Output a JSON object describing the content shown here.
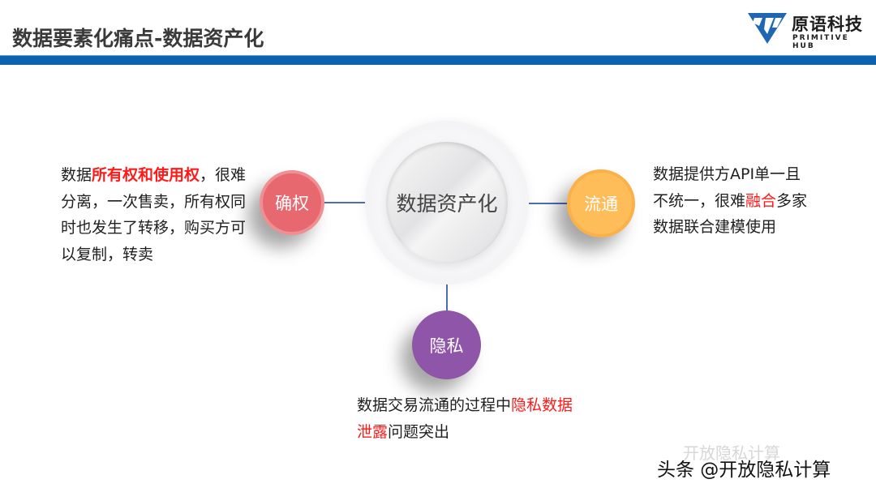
{
  "header": {
    "title": "数据要素化痛点-数据资产化",
    "accent_bar_color": "#0d62b0"
  },
  "logo": {
    "icon": "primitive-hub-logo-icon",
    "name_cn": "原语科技",
    "name_en": "PRIMITIVE HUB"
  },
  "hub": {
    "label": "数据资产化"
  },
  "nodes": {
    "left": {
      "label": "确权",
      "color": "#e8686f"
    },
    "right": {
      "label": "流通",
      "color": "#ffbd5a"
    },
    "bottom": {
      "label": "隐私",
      "color": "#8e55a8"
    }
  },
  "descriptions": {
    "left": {
      "prefix": "数据",
      "highlight": "所有权和使用权",
      "rest": "，很难分离，一次售卖，所有权同时也发生了转移，购买方可以复制，转卖"
    },
    "right": {
      "prefix": "数据提供方API单一且不统一，很难",
      "highlight": "融合",
      "rest": "多家数据联合建模使用"
    },
    "bottom": {
      "prefix": "数据交易流通的过程中",
      "highlight": "隐私数据泄露",
      "rest": "问题突出"
    }
  },
  "watermark": {
    "ghost": "开放隐私计算",
    "text": "头条 @开放隐私计算"
  }
}
